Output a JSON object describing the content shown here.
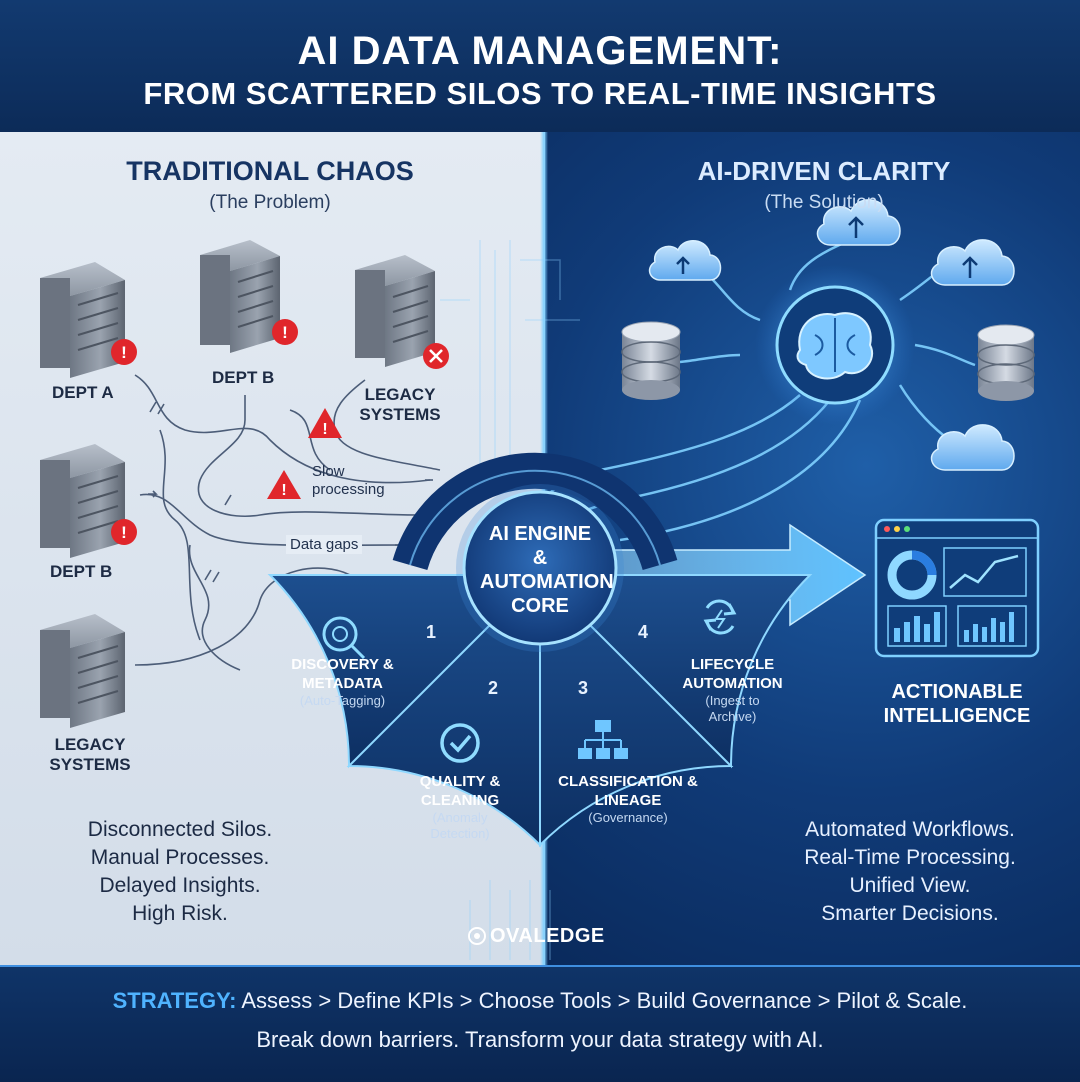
{
  "header": {
    "title": "AI DATA MANAGEMENT:",
    "subtitle": "FROM SCATTERED SILOS TO REAL-TIME INSIGHTS"
  },
  "left": {
    "title": "TRADITIONAL CHAOS",
    "subtitle": "(The Problem)",
    "servers": {
      "dept_a": "DEPT A",
      "dept_b_top": "DEPT B",
      "legacy_top": "LEGACY SYSTEMS",
      "dept_b_mid": "DEPT B",
      "legacy_bottom": "LEGACY SYSTEMS"
    },
    "issues": {
      "slow": "Slow processing",
      "gaps": "Data gaps"
    },
    "summary": [
      "Disconnected Silos.",
      "Manual Processes.",
      "Delayed Insights.",
      "High Risk."
    ]
  },
  "right": {
    "title": "AI-DRIVEN CLARITY",
    "subtitle": "(The Solution)",
    "output_label": "ACTIONABLE INTELLIGENCE",
    "summary": [
      "Automated Workflows.",
      "Real-Time Processing.",
      "Unified View.",
      "Smarter Decisions."
    ]
  },
  "core": {
    "label": "AI ENGINE & AUTOMATION CORE",
    "segments": [
      {
        "number": "1",
        "title": "DISCOVERY & METADATA",
        "subtitle": "(Auto-Tagging)",
        "icon": "magnifier-icon"
      },
      {
        "number": "2",
        "title": "QUALITY & CLEANING",
        "subtitle": "(Anomaly Detection)",
        "icon": "check-circle-icon"
      },
      {
        "number": "3",
        "title": "CLASSIFICATION & LINEAGE",
        "subtitle": "(Governance)",
        "icon": "hierarchy-icon"
      },
      {
        "number": "4",
        "title": "LIFECYCLE AUTOMATION",
        "subtitle": "(Ingest to Archive)",
        "icon": "refresh-icon"
      }
    ]
  },
  "brand": "OVALEDGE",
  "footer": {
    "strategy_label": "STRATEGY:",
    "strategy_steps": "Assess > Define KPIs > Choose Tools > Build Governance > Pilot & Scale.",
    "tagline": "Break down barriers. Transform your data strategy with AI."
  },
  "colors": {
    "navy": "#0c2b58",
    "accent_blue": "#4fb3ff",
    "alert_red": "#e0262b",
    "panel_light": "#dfe7f0"
  }
}
